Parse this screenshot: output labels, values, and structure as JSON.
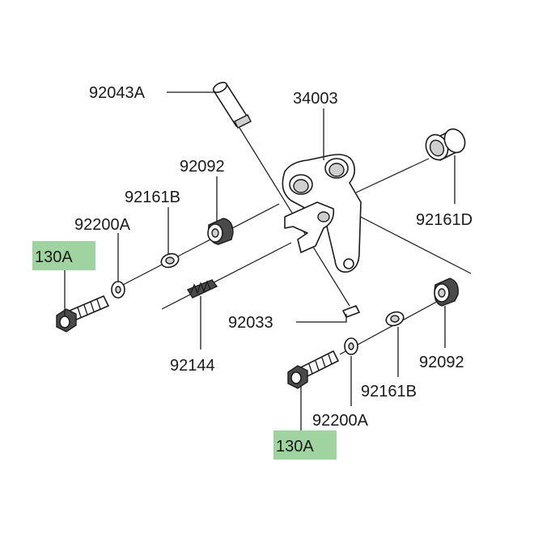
{
  "labels": {
    "pin_92043A": "92043A",
    "bracket_34003": "34003",
    "bushing_92092_top": "92092",
    "collar_92161B_top": "92161B",
    "washer_92200A_top": "92200A",
    "bolt_130A_top": "130A",
    "collar_92161D": "92161D",
    "spring_92144": "92144",
    "cotter_92033": "92033",
    "bushing_92092_bottom": "92092",
    "collar_92161B_bottom": "92161B",
    "washer_92200A_bottom": "92200A",
    "bolt_130A_bottom": "130A"
  },
  "colors": {
    "highlight": "#9fd39f",
    "ink": "#1a1a1a"
  }
}
